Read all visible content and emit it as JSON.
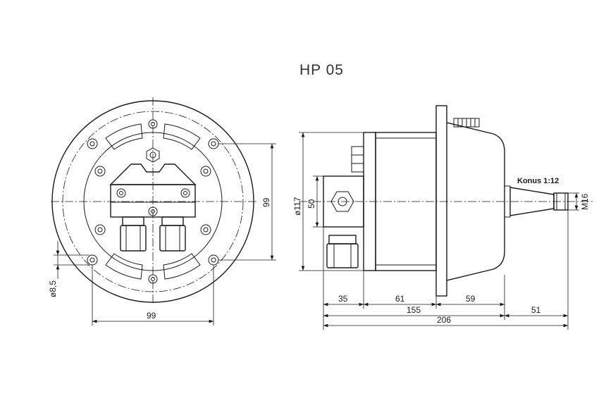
{
  "title": "HP 05",
  "front_view": {
    "dim_width": "99",
    "dim_height": "99",
    "dim_hole": "ø8,5"
  },
  "side_view": {
    "dim_flange_dia": "ø117",
    "dim_port_height": "50",
    "dim_seg_a": "35",
    "dim_seg_b": "61",
    "dim_seg_c": "59",
    "dim_body_len": "155",
    "dim_total_len": "206",
    "dim_shaft_len": "51",
    "taper_label": "Konus 1:12",
    "thread_label": "M16"
  }
}
